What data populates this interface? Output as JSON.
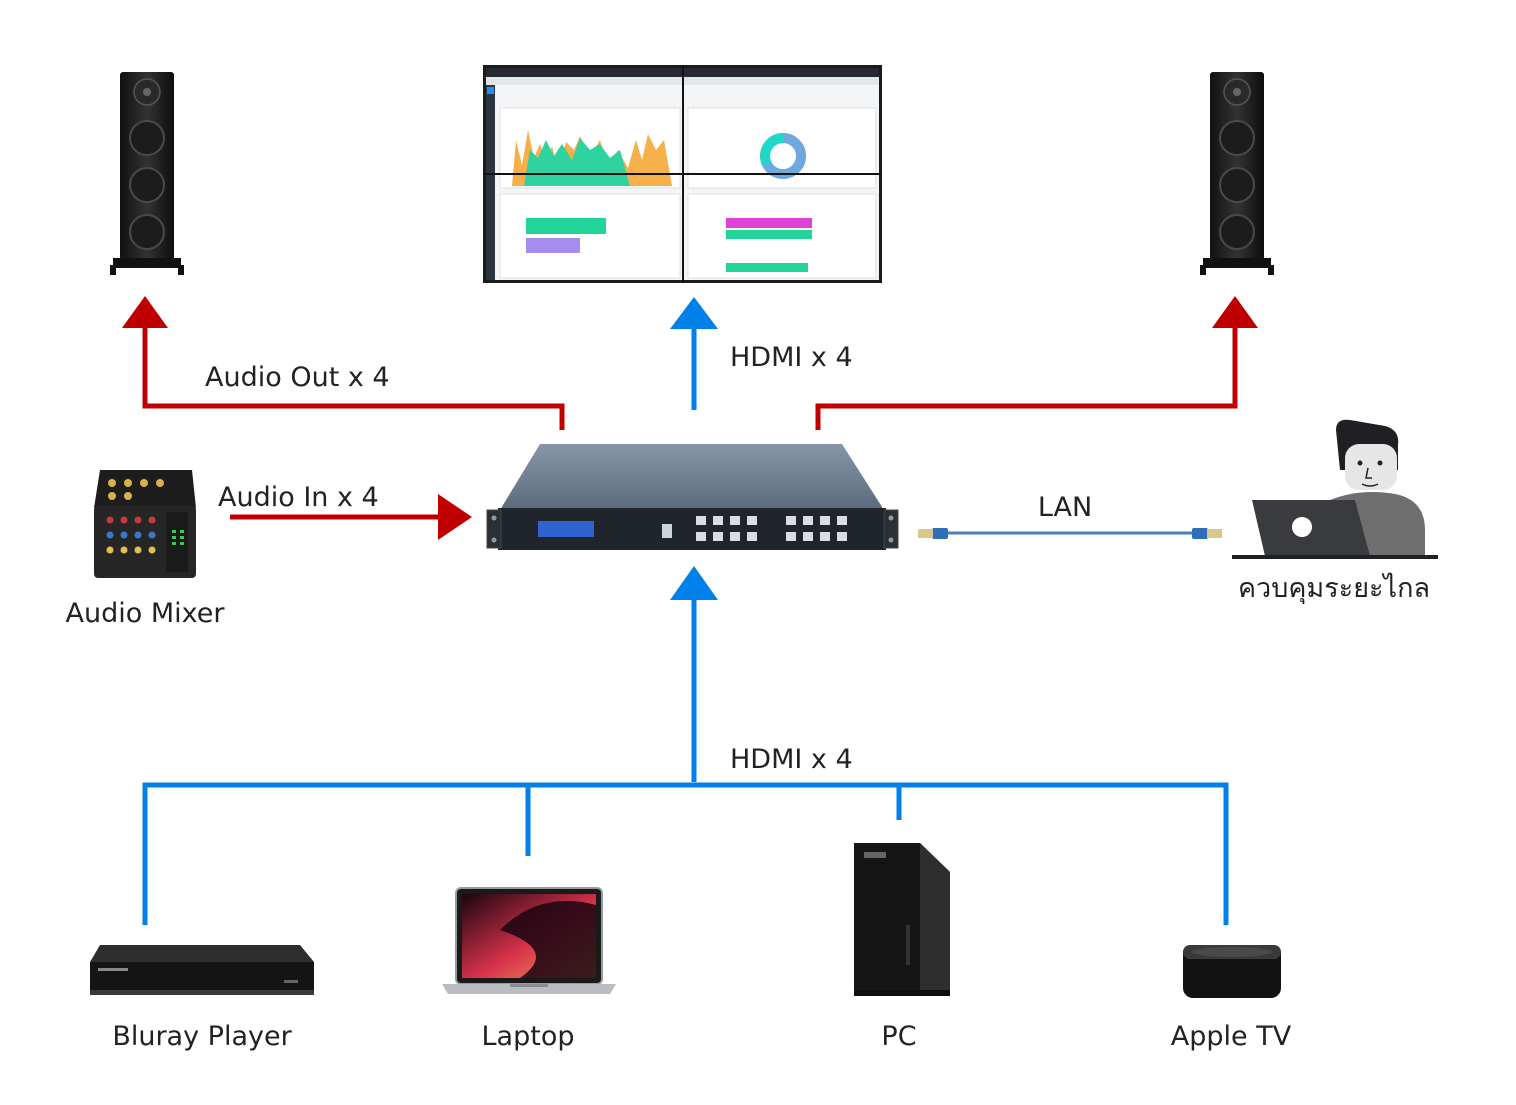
{
  "colors": {
    "audio_arrow": "#c00000",
    "hdmi_arrow": "#0080e8",
    "lan_cable": "#4d7fb8",
    "text": "#222222"
  },
  "icons": {
    "speakers": "floor-speaker-icon",
    "display": "video-wall-monitor-icon",
    "matrix": "hdmi-matrix-switcher-icon",
    "mixer": "audio-mixer-icon",
    "operator": "person-laptop-icon",
    "sources": [
      "bluray-player-icon",
      "laptop-icon",
      "desktop-pc-icon",
      "apple-tv-icon"
    ]
  },
  "labels": {
    "audio_out": "Audio Out x 4",
    "hdmi_out": "HDMI x 4",
    "audio_in": "Audio In x 4",
    "lan": "LAN",
    "hdmi_in": "HDMI x 4"
  },
  "devices": {
    "mixer": "Audio Mixer",
    "remote": "ควบคุมระยะไกล",
    "bluray": "Bluray Player",
    "laptop": "Laptop",
    "pc": "PC",
    "apple_tv": "Apple TV"
  }
}
